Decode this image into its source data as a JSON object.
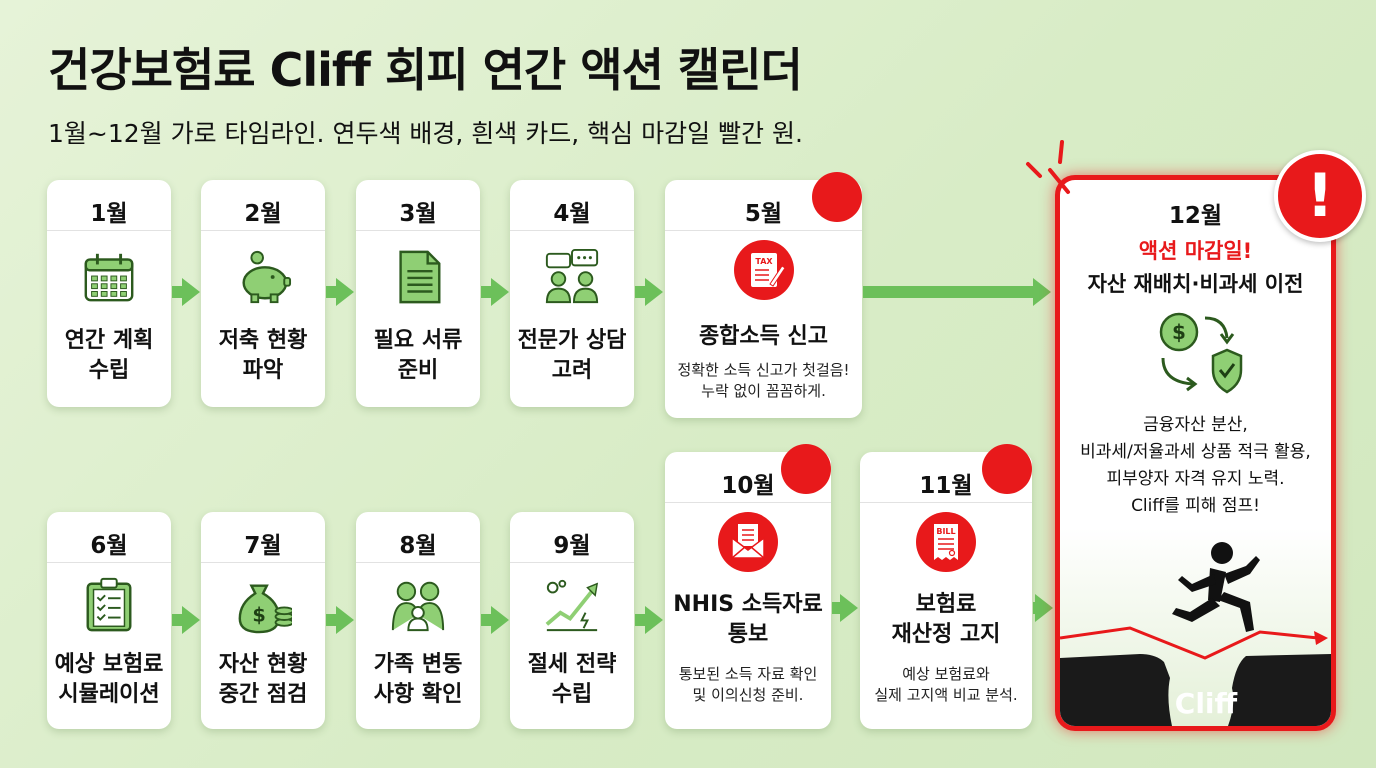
{
  "header": {
    "title": "건강보험료 Cliff 회피 연간 액션 캘린더",
    "subtitle": "1월~12월 가로 타임라인. 연두색 배경, 흰색 카드, 핵심 마감일 빨간 원."
  },
  "months": [
    {
      "month": "1월",
      "icon": "calendar-icon",
      "label": [
        "연간 계획",
        "수립"
      ]
    },
    {
      "month": "2월",
      "icon": "piggy-bank-icon",
      "label": [
        "저축 현황",
        "파악"
      ]
    },
    {
      "month": "3월",
      "icon": "document-icon",
      "label": [
        "필요 서류",
        "준비"
      ]
    },
    {
      "month": "4월",
      "icon": "consultation-icon",
      "label": [
        "전문가 상담",
        "고려"
      ]
    },
    {
      "month": "5월",
      "icon": "tax-form-icon",
      "label": [
        "종합소득 신고"
      ],
      "desc": [
        "정확한 소득 신고가 첫걸음!",
        "누락 없이 꼼꼼하게."
      ],
      "key": true
    },
    {
      "month": "6월",
      "icon": "clipboard-checklist-icon",
      "label": [
        "예상 보험료",
        "시뮬레이션"
      ]
    },
    {
      "month": "7월",
      "icon": "money-bag-icon",
      "label": [
        "자산 현황",
        "중간 점검"
      ]
    },
    {
      "month": "8월",
      "icon": "family-icon",
      "label": [
        "가족 변동",
        "사항 확인"
      ]
    },
    {
      "month": "9월",
      "icon": "growth-chart-icon",
      "label": [
        "절세 전략",
        "수립"
      ]
    },
    {
      "month": "10월",
      "icon": "envelope-icon",
      "label": [
        "NHIS 소득자료",
        "통보"
      ],
      "desc": [
        "통보된 소득 자료 확인",
        "및 이의신청 준비."
      ],
      "key": true
    },
    {
      "month": "11월",
      "icon": "bill-icon",
      "label": [
        "보험료",
        "재산정 고지"
      ],
      "desc": [
        "예상 보험료와",
        "실제 고지액 비교 분석."
      ],
      "key": true
    }
  ],
  "final": {
    "month": "12월",
    "alert_icon": "!",
    "deadline": "액션 마감일!",
    "headline": "자산 재배치·비과세 이전",
    "icon": "money-shield-exchange-icon",
    "desc": [
      "금융자산 분산,",
      "비과세/저율과세 상품 적극 활용,",
      "피부양자 자격 유지 노력.",
      "Cliff를 피해 점프!"
    ],
    "cliff_label": "Cliff"
  },
  "colors": {
    "accent_red": "#e8191b",
    "arrow_green": "#6cc05a",
    "icon_green": "#8fcf74",
    "background": "#dcefcb"
  }
}
